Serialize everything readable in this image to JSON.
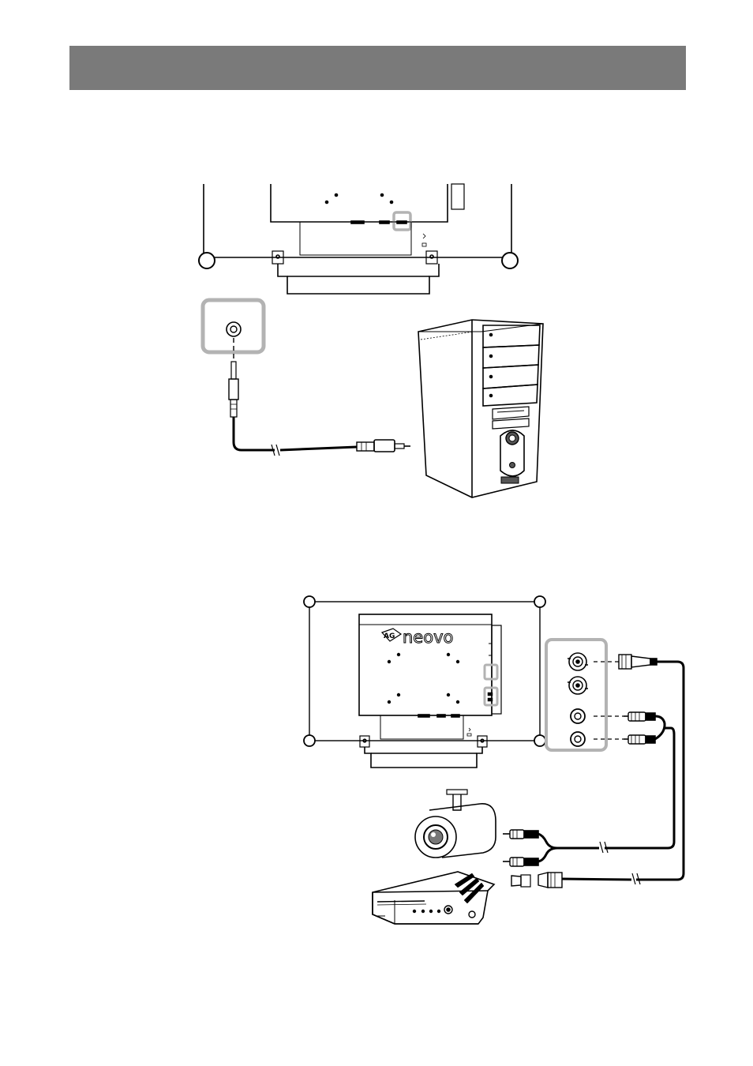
{
  "header": {
    "title": "",
    "color": "#7a7a7a"
  },
  "figure1": {
    "subject": "monitor-rear-audio-jack-to-pc",
    "highlight_color": "#b3b3b3"
  },
  "figure2": {
    "subject": "monitor-rear-bnc-rca-to-camera-and-dvd",
    "brand_logo_badge": "AG",
    "brand_logo_word": "neovo",
    "highlight_color": "#b3b3b3"
  },
  "icons": [
    "audio-jack-icon",
    "pc-tower-icon",
    "cctv-camera-icon",
    "dvd-player-icon",
    "bnc-connector-icon",
    "rca-connector-icon"
  ]
}
